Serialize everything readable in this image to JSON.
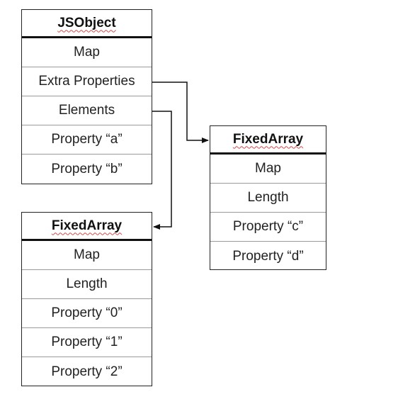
{
  "jsobject": {
    "title": "JSObject",
    "fields": [
      "Map",
      "Extra Properties",
      "Elements",
      "Property “a”",
      "Property “b”"
    ]
  },
  "elements_array": {
    "title": "FixedArray",
    "fields": [
      "Map",
      "Length",
      "Property “0”",
      "Property “1”",
      "Property “2”"
    ]
  },
  "properties_array": {
    "title": "FixedArray",
    "fields": [
      "Map",
      "Length",
      "Property “c”",
      "Property “d”"
    ]
  },
  "colors": {
    "border": "#222222",
    "divider": "#9a9a9a",
    "spellcheck_underline": "#d04a4a"
  }
}
